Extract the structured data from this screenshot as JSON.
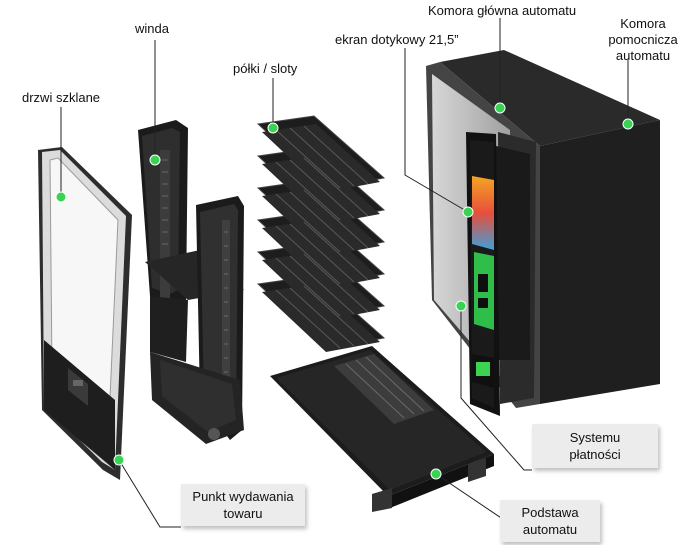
{
  "labels": {
    "winda": "winda",
    "drzwi_szklane": "drzwi szklane",
    "polki_sloty": "półki / sloty",
    "ekran": "ekran dotykowy 21,5”",
    "komora_glowna": "Komora główna automatu",
    "komora_pomocnicza_line1": "Komora",
    "komora_pomocnicza_line2": "pomocnicza",
    "komora_pomocnicza_line3": "automatu",
    "systemu_line1": "Systemu",
    "systemu_line2": "płatności",
    "punkt_line1": "Punkt wydawania",
    "punkt_line2": "towaru",
    "podstawa_line1": "Podstawa",
    "podstawa_line2": "automatu"
  },
  "colors": {
    "marker": "#39d353",
    "cabinet": "#2b2b2b",
    "metal": "#b9b9b9",
    "leader": "#222222",
    "callout_bg": "#ececec"
  }
}
